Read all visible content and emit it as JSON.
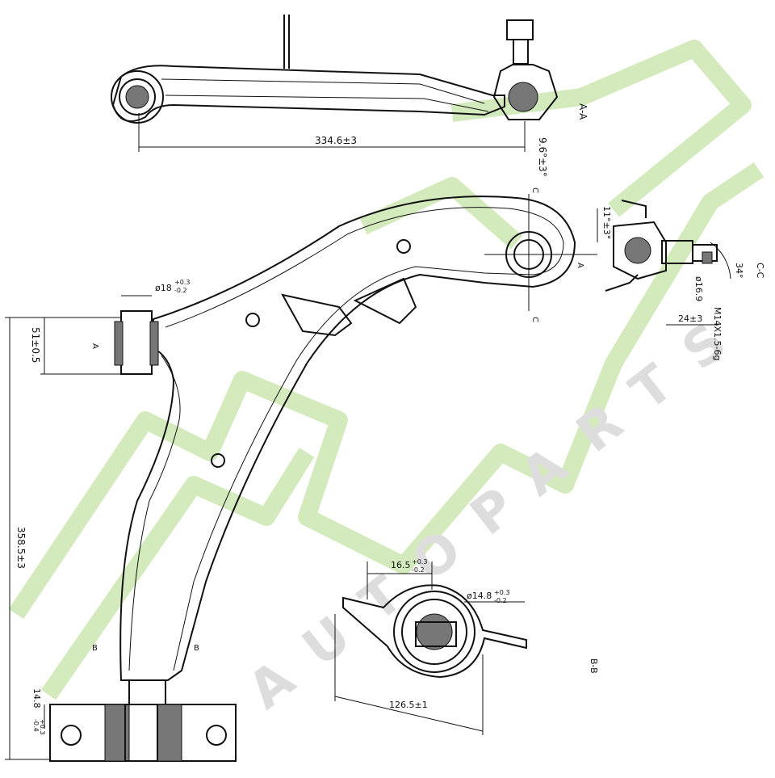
{
  "watermark": {
    "brand": "AUTOPARTS",
    "color": "#cfe8b5"
  },
  "top_view": {
    "length_dim": "334.6±3",
    "angle_dim": "9.6°±3°",
    "section_label": "A-A"
  },
  "main_view": {
    "pivot_width_dim": "51±0.5",
    "pivot_dia_dim": "ø18",
    "pivot_dia_tol_upper": "+0.3",
    "pivot_dia_tol_lower": "-0.2",
    "overall_length_dim": "358.5±3",
    "rear_bushing_dim": "14.8",
    "rear_bushing_tol_upper": "+0.3",
    "rear_bushing_tol_lower": "-0.4",
    "marker_a": "A",
    "marker_b": "B",
    "marker_c": "C"
  },
  "ball_joint_view": {
    "height_dim": "11°±3°",
    "angle_dim": "34°",
    "dia_dim": "ø16.9",
    "length_dim": "24±3",
    "thread_dim": "M14X1.5-6g",
    "section_label": "C-C"
  },
  "bushing_view": {
    "width_dim": "16.5",
    "width_tol_upper": "+0.3",
    "width_tol_lower": "-0.2",
    "dia_dim": "ø14.8",
    "dia_tol_upper": "+0.3",
    "dia_tol_lower": "-0.2",
    "length_dim": "126.5±1",
    "section_label": "B-B"
  }
}
